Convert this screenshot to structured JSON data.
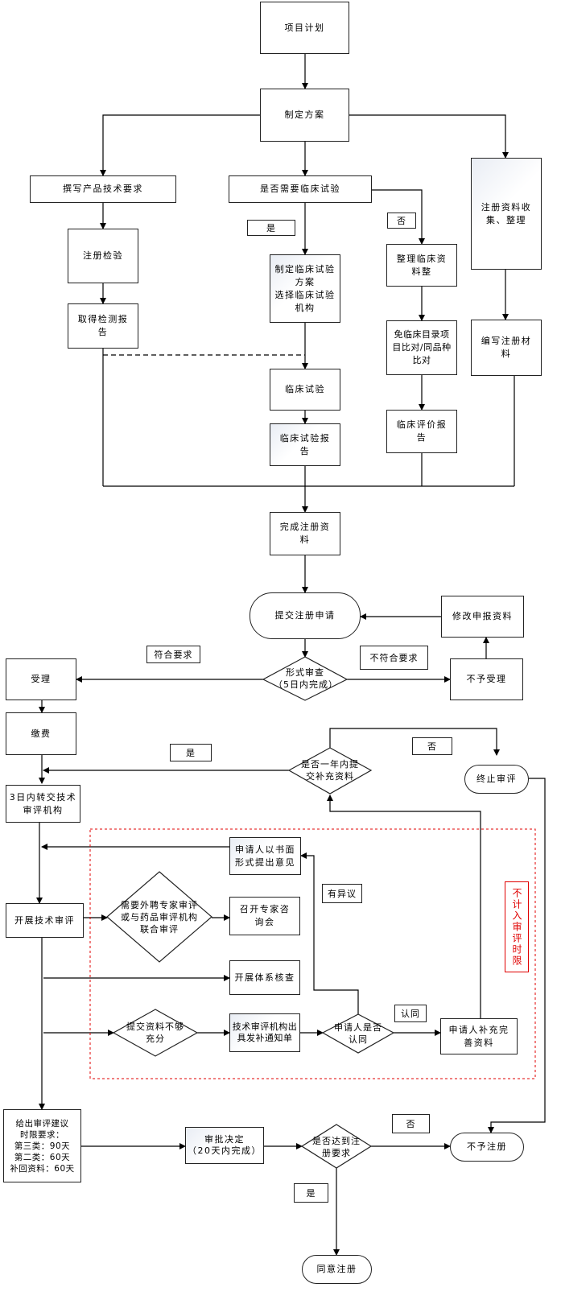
{
  "nodes": {
    "plan": "项目计划",
    "scheme": "制定方案",
    "tech_req": "撰写产品技术要求",
    "need_trial": "是否需要临床试验",
    "collect": "注册资料收集、整理",
    "inspect": "注册检验",
    "trial_plan": "制定临床试验方案\n选择临床试验机构",
    "organize": "整理临床资料整",
    "report": "取得检测报告",
    "compare": "免临床目录项目比对/同品种比对",
    "write_materials": "编写注册材料",
    "trial": "临床试验",
    "trial_report": "临床试验报告",
    "eval_report": "临床评价报告",
    "complete": "完成注册资料",
    "submit": "提交注册申请",
    "modify": "修改申报资料",
    "review": "形式审查\n（5日内完成）",
    "accept": "受理",
    "reject": "不予受理",
    "pay": "缴费",
    "one_year": "是否一年内提交补充资料",
    "terminate": "终止审评",
    "transfer": "3日内转交技术审评机构",
    "objection": "申请人以书面形式提出意见",
    "tech_review": "开展技术审评",
    "expert_decide": "需要外聘专家审评或与药品审评机构联合审评",
    "expert_meeting": "召开专家咨询会",
    "system_check": "开展体系核查",
    "insufficient": "提交资料不够充分",
    "supplement_notice": "技术审评机构出具发补通知单",
    "applicant_agree": "申请人是否认同",
    "supplement": "申请人补充完善资料",
    "opinion": "给出审评建议\n时限要求：\n第三类：90天\n第二类：60天\n补回资料：60天",
    "approval": "审批决定\n（20天内完成）",
    "meets": "是否达到注册要求",
    "deny": "不予注册",
    "approve": "同意注册"
  },
  "labels": {
    "yes_trial": "是",
    "no_trial": "否",
    "meets_req": "符合要求",
    "not_meets_req": "不符合要求",
    "yes_year": "是",
    "no_year": "否",
    "has_objection": "有异议",
    "agree": "认同",
    "no_final": "否",
    "yes_final": "是"
  },
  "note": "不计入审评时限"
}
